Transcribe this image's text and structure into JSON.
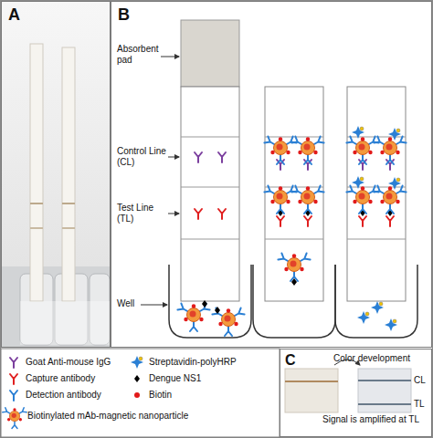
{
  "diagram": {
    "nodes": [
      {
        "text": [
          "A"
        ]
      },
      {
        "text": [
          "B"
        ]
      },
      {
        "text": [
          "C",
          "Color development",
          "Signal is amplified at TL"
        ]
      }
    ],
    "labels": [
      "Absorbent pad",
      "Control Line (CL)",
      "Test Line (TL)",
      "Well",
      "CL",
      "TL"
    ],
    "legend": [
      {
        "text": "Goat Anti-mouse IgG"
      },
      {
        "text": "Streptavidin-polyHRP"
      },
      {
        "text": "Capture antibody"
      },
      {
        "text": "Dengue NS1"
      },
      {
        "text": "Detection antibody"
      },
      {
        "text": "Biotin"
      },
      {
        "text": "Biotinylated mAb-magnetic nanoparticle"
      }
    ]
  }
}
